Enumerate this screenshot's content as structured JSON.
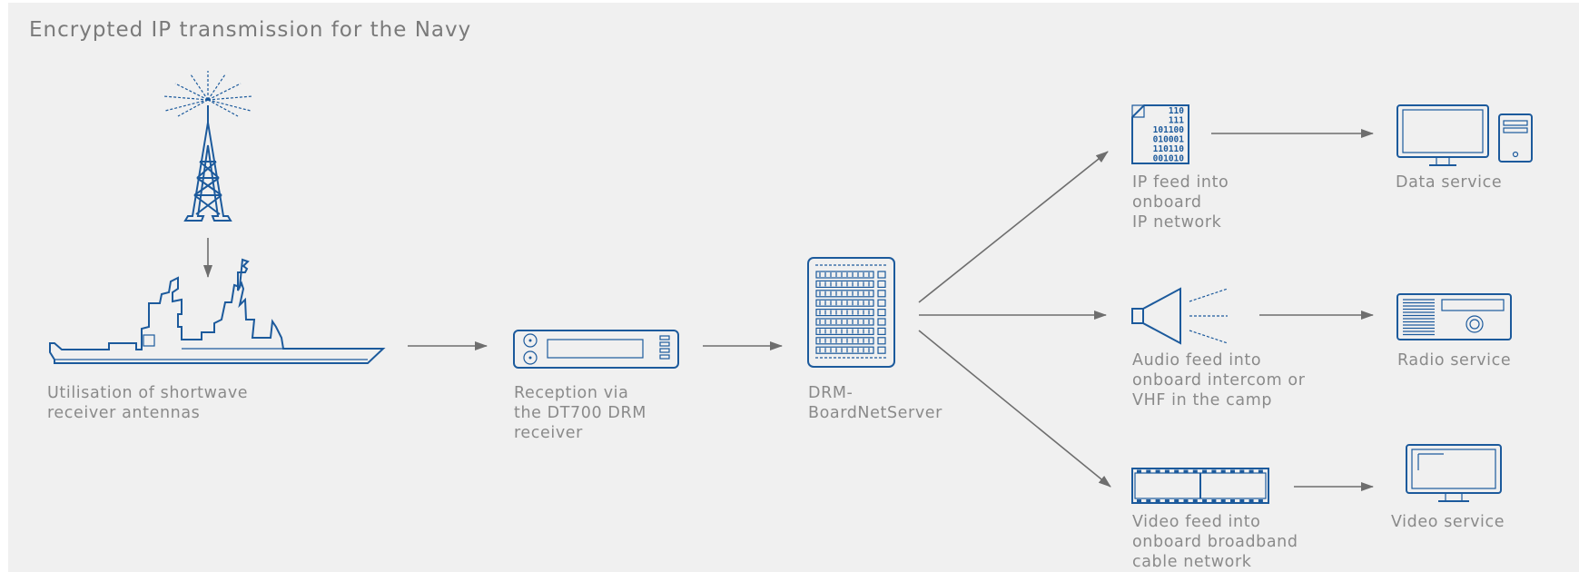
{
  "title": "Encrypted IP transmission for the Navy",
  "nodes": {
    "ship": {
      "lines": [
        "Utilisation of shortwave",
        "receiver antennas"
      ]
    },
    "receiver": {
      "lines": [
        "Reception via",
        "the DT700 DRM",
        "receiver"
      ]
    },
    "server": {
      "lines": [
        "DRM-",
        "BoardNetServer"
      ]
    },
    "ip_feed": {
      "lines": [
        "IP feed into",
        "onboard",
        "IP network"
      ]
    },
    "audio_feed": {
      "lines": [
        "Audio feed into",
        "onboard intercom or",
        "VHF in the camp"
      ]
    },
    "video_feed": {
      "lines": [
        "Video feed into",
        "onboard broadband",
        "cable network"
      ]
    },
    "data_service": {
      "lines": [
        "Data service"
      ]
    },
    "radio_service": {
      "lines": [
        "Radio service"
      ]
    },
    "video_service": {
      "lines": [
        "Video service"
      ]
    }
  },
  "binary_rows": [
    "110",
    "111",
    "101100",
    "010001",
    "110110",
    "001010"
  ],
  "colors": {
    "icon": "#1c5a9c",
    "arrow": "#6e6e6e",
    "text": "#8a8a8a",
    "background": "#f0f0f0"
  }
}
